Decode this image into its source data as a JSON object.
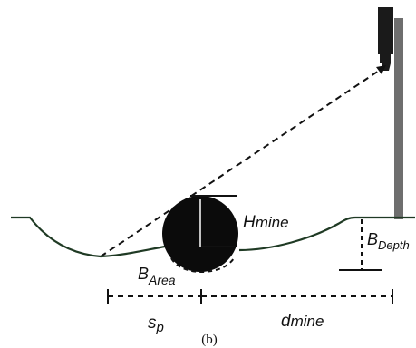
{
  "labels": {
    "h_main": "H",
    "h_sub": "mine",
    "b_area_main": "B",
    "b_area_sub": "Area",
    "b_depth_main": "B",
    "b_depth_sub": "Depth",
    "s_main": "s",
    "s_sub": "p",
    "d_main": "d",
    "d_sub": "mine"
  },
  "caption": "(b)",
  "colors": {
    "ground": "#1f3a24",
    "line": "#111111",
    "mine": "#0b0b0b",
    "pole": "#6e6e6e",
    "camera": "#1a1a1a"
  },
  "icons": {
    "camera": "camera-icon"
  }
}
